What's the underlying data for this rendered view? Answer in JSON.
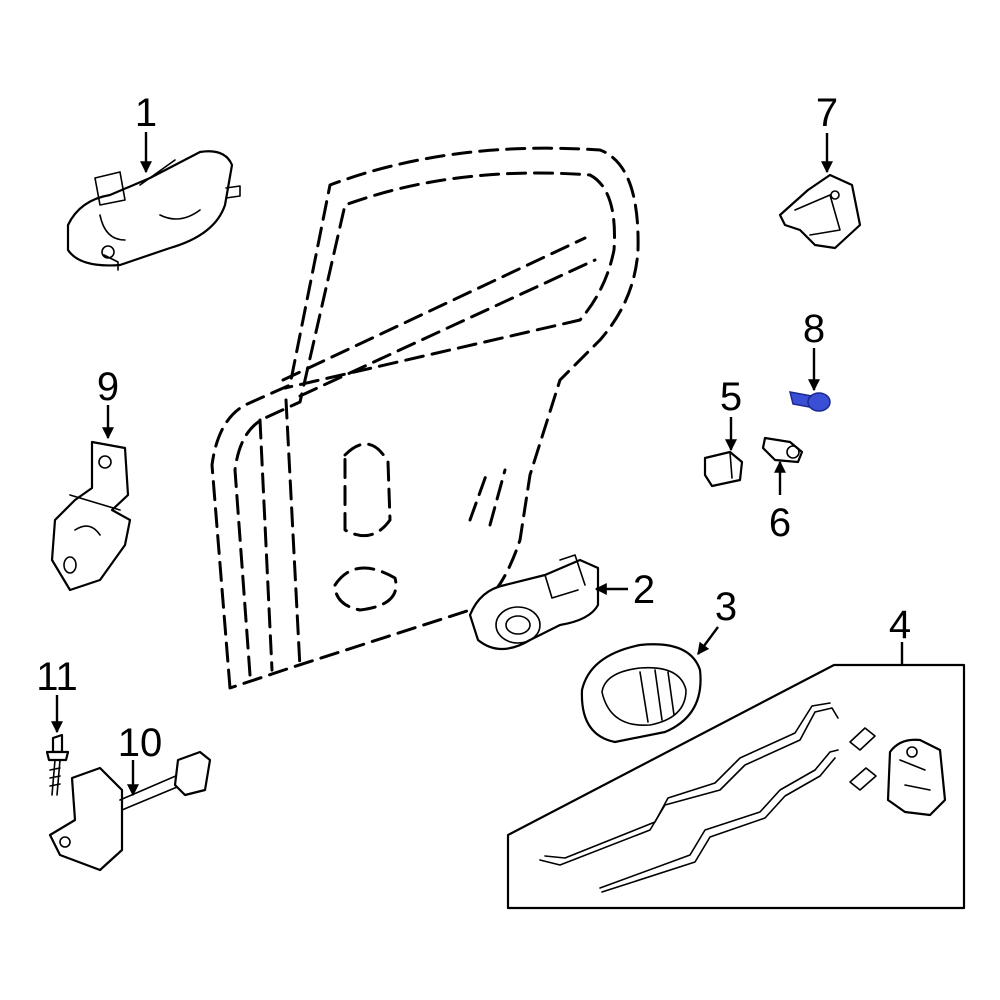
{
  "colors": {
    "background": "#ffffff",
    "line": "#000000",
    "highlight": "#3a4fd6",
    "highlight_dark": "#1c2a8f"
  },
  "callouts": {
    "c1": "1",
    "c2": "2",
    "c3": "3",
    "c4": "4",
    "c5": "5",
    "c6": "6",
    "c7": "7",
    "c8": "8",
    "c9": "9",
    "c10": "10",
    "c11": "11"
  },
  "highlighted_part": "8"
}
